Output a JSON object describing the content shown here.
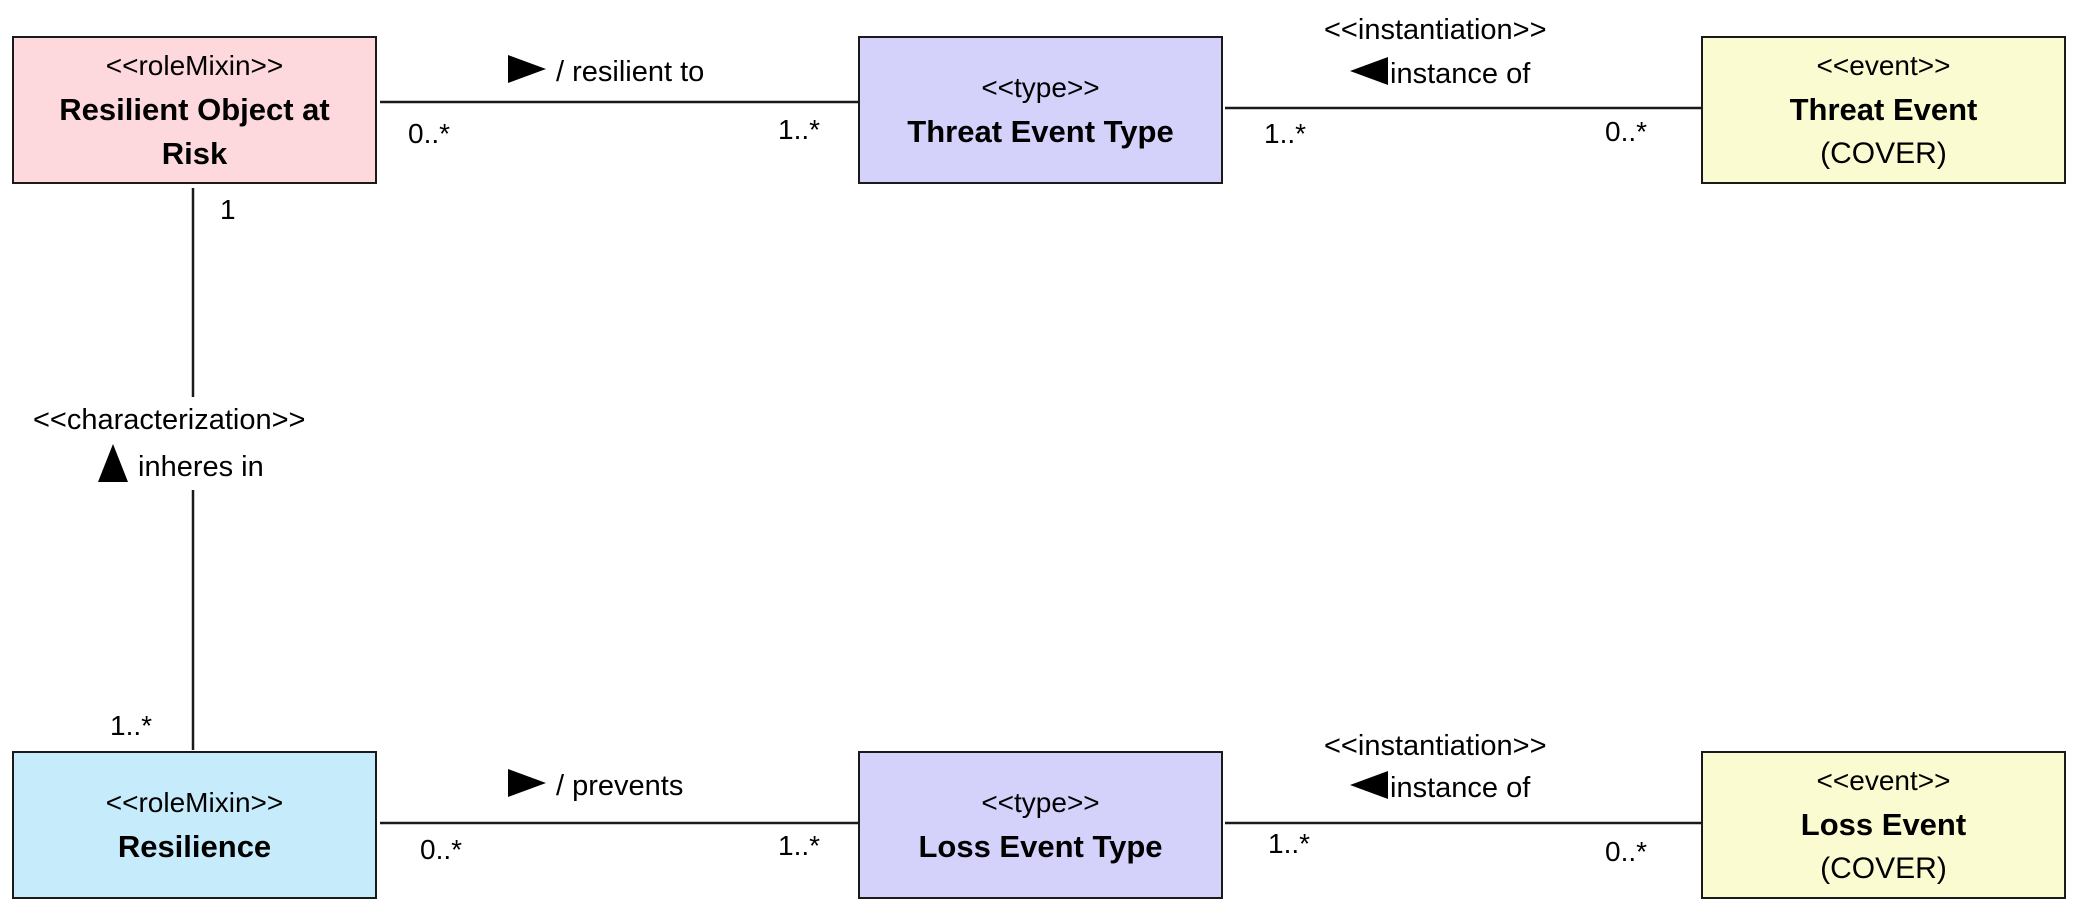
{
  "colors": {
    "role_mixin_risk": "#fdd9dd",
    "role_mixin_resilience": "#c6ecfb",
    "type": "#d4d2fb",
    "event": "#fbfbd1",
    "line": "#1a1a1a"
  },
  "classes": {
    "resilient_object": {
      "stereotype": "<<roleMixin>>",
      "name": "Resilient Object at Risk"
    },
    "threat_event_type": {
      "stereotype": "<<type>>",
      "name": "Threat Event Type"
    },
    "threat_event": {
      "stereotype": "<<event>>",
      "name": "Threat Event",
      "note": "(COVER)"
    },
    "resilience": {
      "stereotype": "<<roleMixin>>",
      "name": "Resilience"
    },
    "loss_event_type": {
      "stereotype": "<<type>>",
      "name": "Loss Event Type"
    },
    "loss_event": {
      "stereotype": "<<event>>",
      "name": "Loss Event",
      "note": "(COVER)"
    }
  },
  "associations": {
    "resilient_to": {
      "label": "/ resilient to",
      "direction_icon": "triangle-right-icon",
      "source_multiplicity": "0..*",
      "target_multiplicity": "1..*"
    },
    "threat_instantiation": {
      "stereotype": "<<instantiation>>",
      "label": "instance of",
      "direction_icon": "triangle-left-icon",
      "source_multiplicity": "1..*",
      "target_multiplicity": "0..*"
    },
    "characterization": {
      "stereotype": "<<characterization>>",
      "label": "inheres in",
      "direction_icon": "triangle-up-icon",
      "source_multiplicity": "1",
      "target_multiplicity": "1..*"
    },
    "prevents": {
      "label": "/ prevents",
      "direction_icon": "triangle-right-icon",
      "source_multiplicity": "0..*",
      "target_multiplicity": "1..*"
    },
    "loss_instantiation": {
      "stereotype": "<<instantiation>>",
      "label": "instance of",
      "direction_icon": "triangle-left-icon",
      "source_multiplicity": "1..*",
      "target_multiplicity": "0..*"
    }
  }
}
